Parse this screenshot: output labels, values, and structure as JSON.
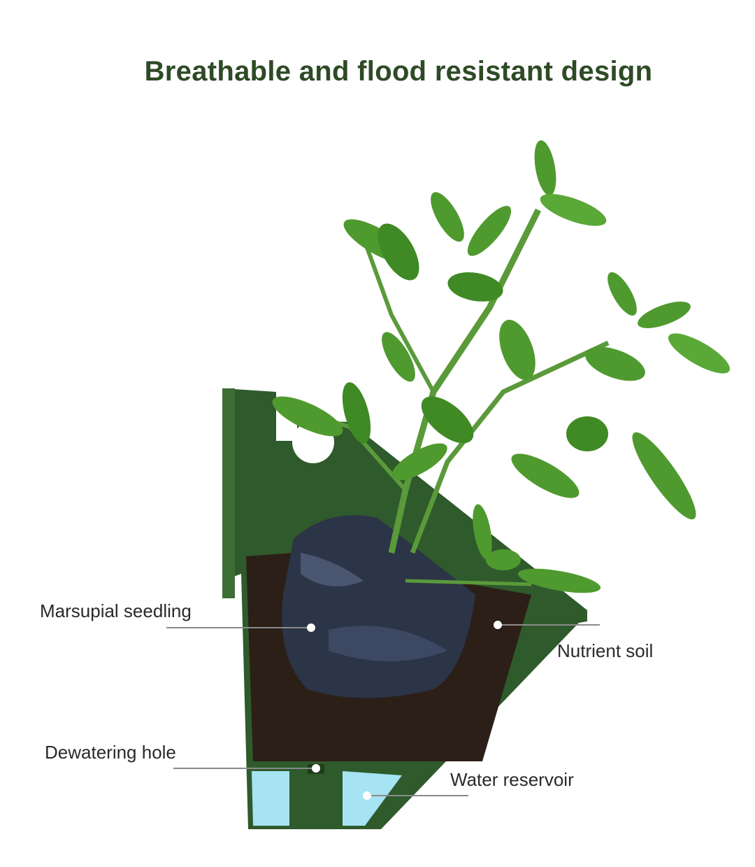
{
  "title": "Breathable and flood resistant design",
  "labels": {
    "seedling": "Marsupial seedling",
    "soil": "Nutrient soil",
    "dewatering": "Dewatering hole",
    "reservoir": "Water reservoir"
  },
  "colors": {
    "title": "#2e4a26",
    "planter": "#2f5a2c",
    "soil": "#2b1f17",
    "water": "#a6e3f3",
    "leaf": "#4f9a2e",
    "bag": "#2c3447"
  }
}
